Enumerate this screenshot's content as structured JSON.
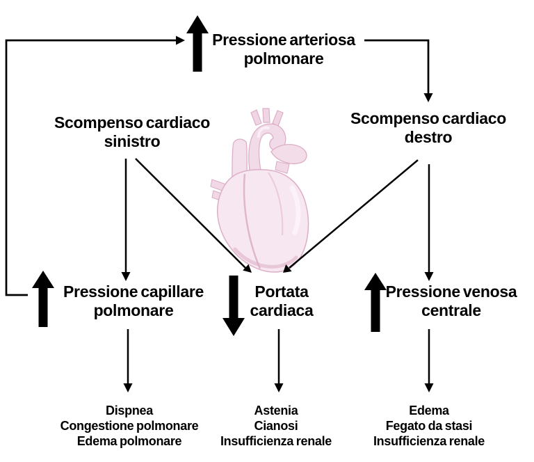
{
  "diagram": {
    "language": "it",
    "background_color": "#ffffff",
    "line_color": "#000000",
    "text_color": "#000000",
    "heart_colors": {
      "body": "#f7e7f0",
      "tube": "#f2dbe8",
      "edge": "#dcaec7",
      "deep": "#d9a7c2",
      "highlight": "#fcf4f9"
    },
    "nodes": {
      "pressione_arteriosa": {
        "label": "Pressione arteriosa\npolmonare",
        "indicator": "increase"
      },
      "scompenso_sinistro": {
        "label": "Scompenso cardiaco\nsinistro"
      },
      "scompenso_destro": {
        "label": "Scompenso cardiaco\ndestro"
      },
      "pressione_capillare": {
        "label": "Pressione capillare\npolmonare",
        "indicator": "increase"
      },
      "portata_cardiaca": {
        "label": "Portata\ncardiaca",
        "indicator": "decrease"
      },
      "pressione_venosa": {
        "label": "Pressione venosa\ncentrale",
        "indicator": "increase"
      },
      "sintomi_sinistra": {
        "label": "Dispnea\nCongestione polmonare\nEdema polmonare"
      },
      "sintomi_centro": {
        "label": "Astenia\nCianosi\nInsufficienza renale"
      },
      "sintomi_destra": {
        "label": "Edema\nFegato da stasi\nInsufficienza renale"
      }
    },
    "connections": [
      "pressione_capillare -> pressione_arteriosa (feedback loop, left side)",
      "pressione_arteriosa -> scompenso_destro",
      "scompenso_sinistro -> pressione_capillare",
      "scompenso_sinistro -> portata_cardiaca",
      "scompenso_destro -> portata_cardiaca",
      "scompenso_destro -> pressione_venosa",
      "pressione_capillare -> sintomi_sinistra",
      "portata_cardiaca -> sintomi_centro",
      "pressione_venosa -> sintomi_destra"
    ]
  }
}
